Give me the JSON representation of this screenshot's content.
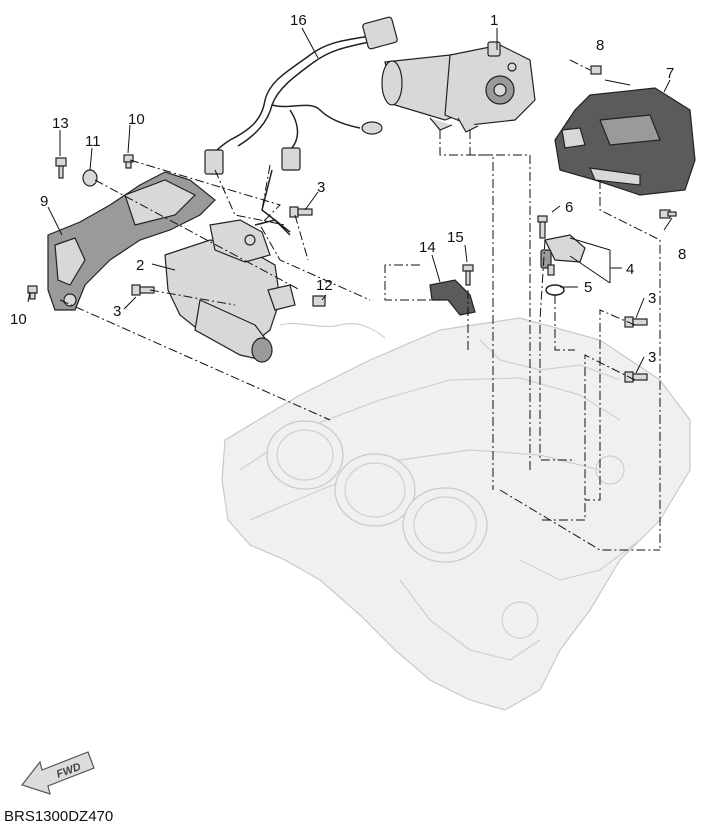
{
  "diagram": {
    "code": "BRS1300DZ470",
    "direction_label": "FWD",
    "callouts": [
      {
        "id": "c1",
        "text": "1"
      },
      {
        "id": "c2",
        "text": "2"
      },
      {
        "id": "c3a",
        "text": "3"
      },
      {
        "id": "c3b",
        "text": "3"
      },
      {
        "id": "c3c",
        "text": "3"
      },
      {
        "id": "c3d",
        "text": "3"
      },
      {
        "id": "c4",
        "text": "4"
      },
      {
        "id": "c5",
        "text": "5"
      },
      {
        "id": "c6",
        "text": "6"
      },
      {
        "id": "c7",
        "text": "7"
      },
      {
        "id": "c8a",
        "text": "8"
      },
      {
        "id": "c8b",
        "text": "8"
      },
      {
        "id": "c9",
        "text": "9"
      },
      {
        "id": "c10a",
        "text": "10"
      },
      {
        "id": "c10b",
        "text": "10"
      },
      {
        "id": "c11",
        "text": "11"
      },
      {
        "id": "c12",
        "text": "12"
      },
      {
        "id": "c13",
        "text": "13"
      },
      {
        "id": "c14",
        "text": "14"
      },
      {
        "id": "c15",
        "text": "15"
      },
      {
        "id": "c16",
        "text": "16"
      }
    ]
  },
  "colors": {
    "ink": "#111111",
    "ghost_engine": "#f0f0f0",
    "part_light": "#d8d8d8",
    "part_dark": "#5b5b5b"
  }
}
